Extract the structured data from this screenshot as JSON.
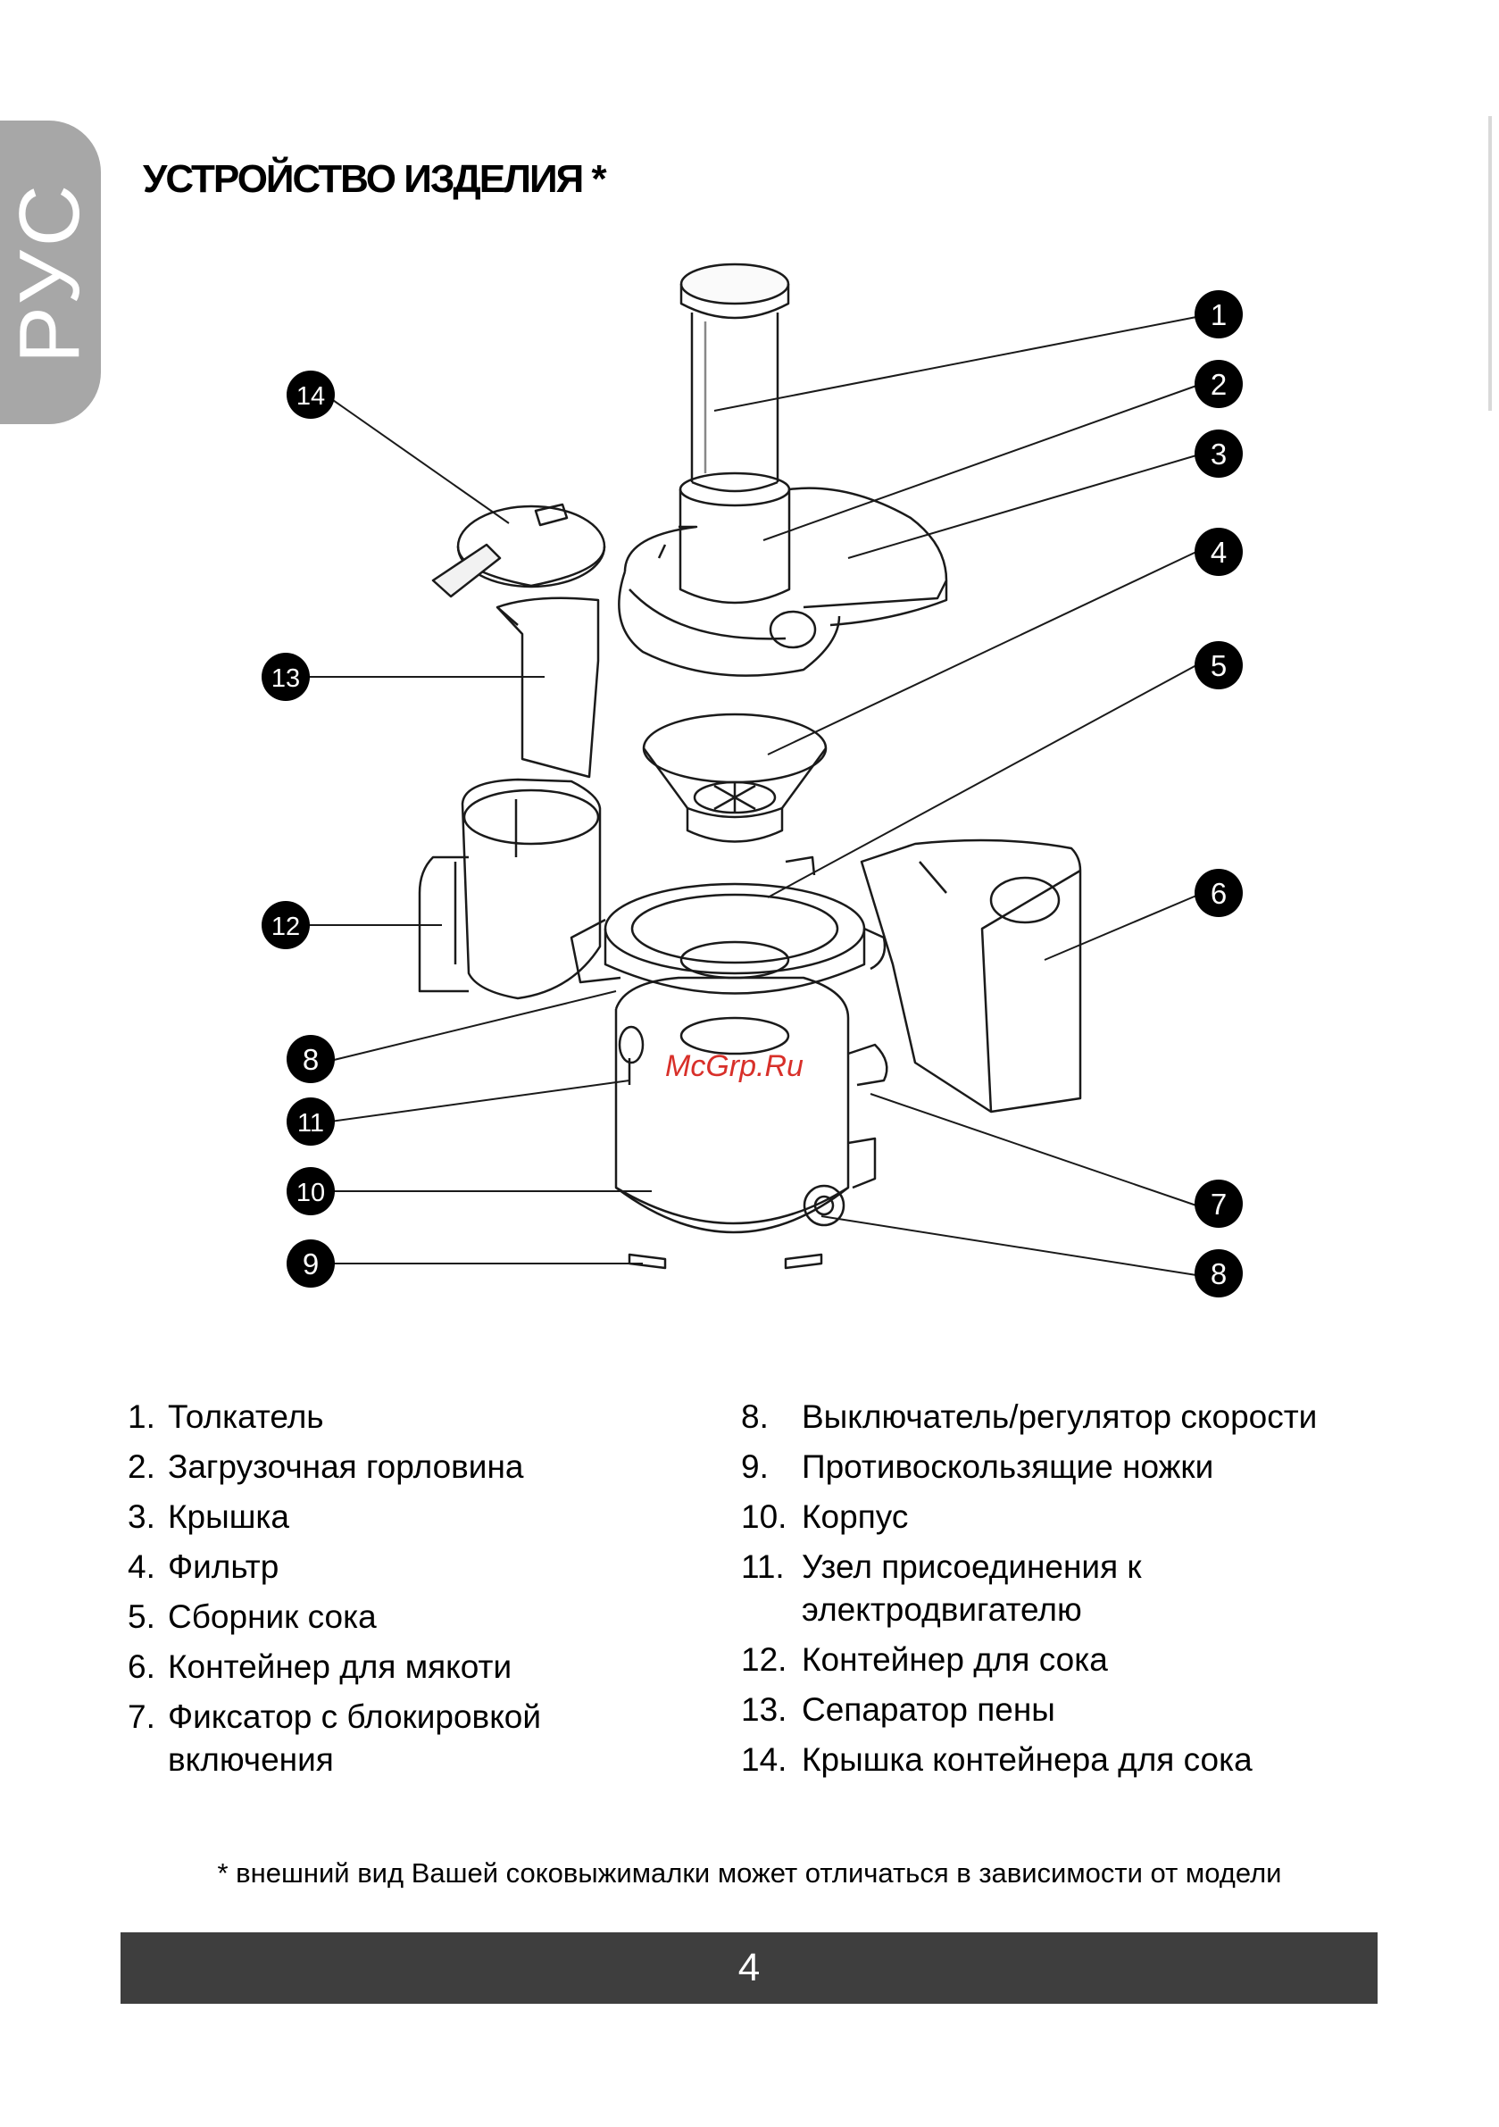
{
  "side_tab": "РУС",
  "title": "УСТРОЙСТВО ИЗДЕЛИЯ *",
  "callouts": [
    "1",
    "2",
    "3",
    "4",
    "5",
    "6",
    "7",
    "8",
    "8",
    "9",
    "10",
    "11",
    "12",
    "13",
    "14"
  ],
  "watermark": "McGrp.Ru",
  "parts_left": [
    {
      "num": "1.",
      "label": "Толкатель"
    },
    {
      "num": "2.",
      "label": "Загрузочная горловина"
    },
    {
      "num": "3.",
      "label": "Крышка"
    },
    {
      "num": "4.",
      "label": "Фильтр"
    },
    {
      "num": "5.",
      "label": "Сборник сока"
    },
    {
      "num": "6.",
      "label": "Контейнер для мякоти"
    },
    {
      "num": "7.",
      "label": "Фиксатор с блокировкой включения"
    }
  ],
  "parts_right": [
    {
      "num": "8.",
      "label": "Выключатель/регулятор скорости"
    },
    {
      "num": "9.",
      "label": "Противоскользящие ножки"
    },
    {
      "num": "10.",
      "label": "Корпус"
    },
    {
      "num": "11.",
      "label": "Узел присоединения к электродвигателю"
    },
    {
      "num": "12.",
      "label": "Контейнер для сока"
    },
    {
      "num": "13.",
      "label": "Сепаратор пены"
    },
    {
      "num": "14.",
      "label": "Крышка контейнера для сока"
    }
  ],
  "footnote": "* внешний вид Вашей соковыжималки может отличаться в зависимости от модели",
  "page_number": "4"
}
